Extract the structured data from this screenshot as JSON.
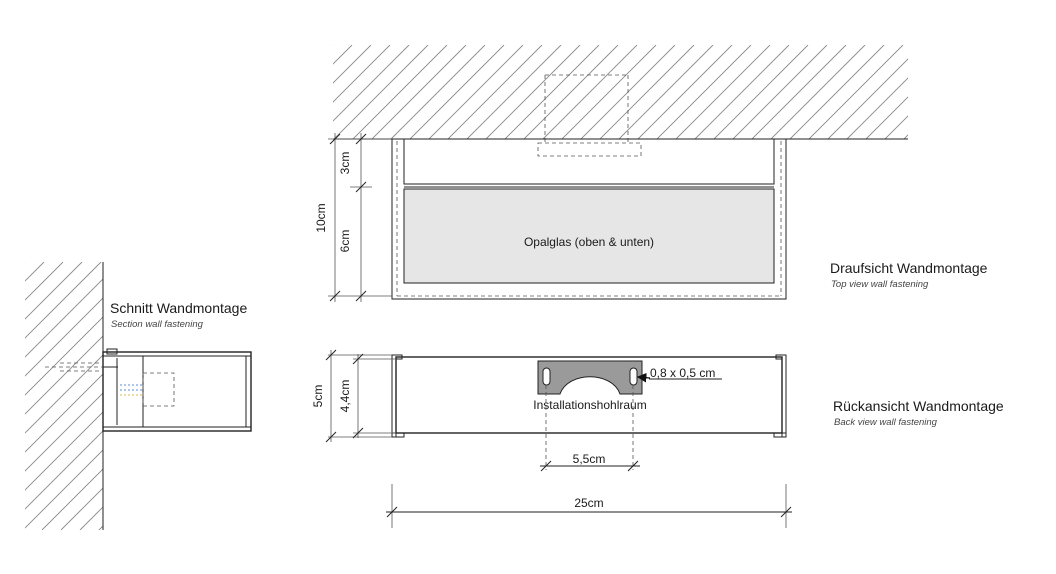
{
  "views": {
    "section": {
      "title": "Schnitt Wandmontage",
      "subtitle": "Section wall fastening"
    },
    "top": {
      "title": "Draufsicht Wandmontage",
      "subtitle": "Top view wall fastening",
      "glass_label": "Opalglas (oben & unten)"
    },
    "back": {
      "title": "Rückansicht Wandmontage",
      "subtitle": "Back view wall fastening",
      "cavity_label": "Installationshohlraum",
      "slot_size_label": "0,8 x 0,5 cm"
    }
  },
  "dimensions": {
    "top_total": "10cm",
    "top_upper": "3cm",
    "top_lower": "6cm",
    "back_total": "5cm",
    "back_inner": "4,4cm",
    "slot_spacing": "5,5cm",
    "overall_width": "25cm"
  },
  "colors": {
    "glass_fill": "#e6e6e6",
    "line": "#222222",
    "bracket_fill": "#9a9a9a",
    "wiring_blue": "#5b8fd6",
    "wiring_yellow": "#d9b84a"
  }
}
